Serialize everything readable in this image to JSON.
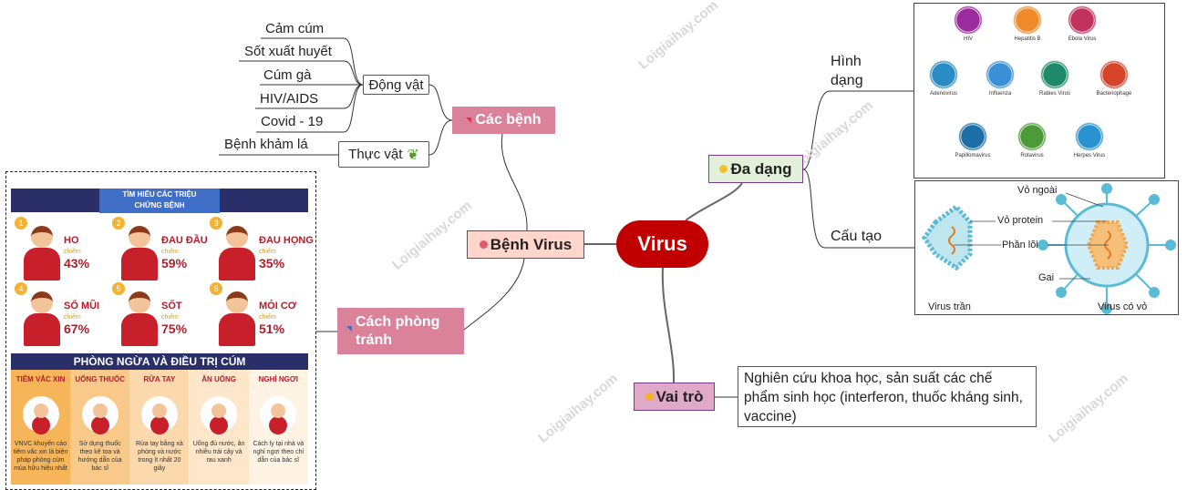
{
  "central": {
    "label": "Virus",
    "color": "#c00000"
  },
  "branches": {
    "benh_virus": {
      "label": "Bệnh Virus",
      "icon": "sick-face-icon"
    },
    "cac_benh": {
      "label": "Các bệnh"
    },
    "dong_vat": {
      "label": "Động vật",
      "items": [
        "Cảm cúm",
        "Sốt xuất huyết",
        "Cúm gà",
        "HIV/AIDS",
        "Covid - 19"
      ]
    },
    "thuc_vat": {
      "label": "Thực vật",
      "icon": "plant-sprout-icon",
      "items": [
        "Bệnh khảm lá"
      ]
    },
    "cach_phong_tranh": {
      "label": "Cách phòng tránh"
    },
    "da_dang": {
      "label": "Đa dạng",
      "icon": "smiley-face-icon",
      "children": [
        "Hình dạng",
        "Cấu tạo"
      ]
    },
    "vai_tro": {
      "label": "Vai trò",
      "icon": "cool-face-icon",
      "note": "Nghiên cứu khoa học, sản suất các chế phẩm sinh học (interferon, thuốc kháng sinh, vaccine)"
    }
  },
  "infographic": {
    "symptoms_title": "TÌM HIỂU CÁC TRIỆU CHỨNG BỆNH",
    "chiem": "chiếm",
    "symptoms": [
      {
        "n": "1",
        "name": "HO",
        "pct": "43%"
      },
      {
        "n": "2",
        "name": "ĐAU ĐẦU",
        "pct": "59%"
      },
      {
        "n": "3",
        "name": "ĐAU HỌNG",
        "pct": "35%"
      },
      {
        "n": "4",
        "name": "SỔ MŨI",
        "pct": "67%"
      },
      {
        "n": "5",
        "name": "SỐT",
        "pct": "75%"
      },
      {
        "n": "6",
        "name": "MỎI CƠ",
        "pct": "51%"
      }
    ],
    "prevention_title": "PHÒNG NGỪA VÀ ĐIỀU TRỊ CÚM",
    "prevention": [
      {
        "h": "TIÊM VẮC XIN",
        "d": "VNVC khuyến cáo tiêm vắc xin là biện pháp phòng cúm mùa hữu hiệu nhất",
        "bg": "#f7b55a"
      },
      {
        "h": "UỐNG THUỐC",
        "d": "Sử dụng thuốc theo kê toa và hướng dẫn của bác sĩ",
        "bg": "#f9c98a"
      },
      {
        "h": "RỬA TAY",
        "d": "Rửa tay bằng xà phòng và nước trong ít nhất 20 giây",
        "bg": "#fbd9ad"
      },
      {
        "h": "ĂN UỐNG",
        "d": "Uống đủ nước, ăn nhiều trái cây và rau xanh",
        "bg": "#fde6c9"
      },
      {
        "h": "NGHỈ NGƠI",
        "d": "Cách ly tại nhà và nghỉ ngơi theo chỉ dẫn của bác sĩ",
        "bg": "#fff3e3"
      }
    ]
  },
  "virus_shapes": [
    {
      "name": "HIV",
      "color": "#9b2c9e"
    },
    {
      "name": "Hepatitis B",
      "color": "#f08a2a"
    },
    {
      "name": "Ebola Virus",
      "color": "#c2325f"
    },
    {
      "name": "Adenovirus",
      "color": "#2a8cc2"
    },
    {
      "name": "Influenza",
      "color": "#3b8fd6"
    },
    {
      "name": "Rabies Virus",
      "color": "#1f8a6a"
    },
    {
      "name": "Bacteriophage",
      "color": "#d6452a"
    },
    {
      "name": "Papillomavirus",
      "color": "#1e6fa8"
    },
    {
      "name": "Rotavirus",
      "color": "#4d9a3a"
    },
    {
      "name": "Herpes Virus",
      "color": "#2a92d0"
    }
  ],
  "structure": {
    "labels": [
      "Vỏ ngoài",
      "Vỏ protein",
      "Phần lõi",
      "Gai"
    ],
    "naked": "Virus trần",
    "enveloped": "Virus có vỏ"
  },
  "watermark": "Loigiaihay.com"
}
